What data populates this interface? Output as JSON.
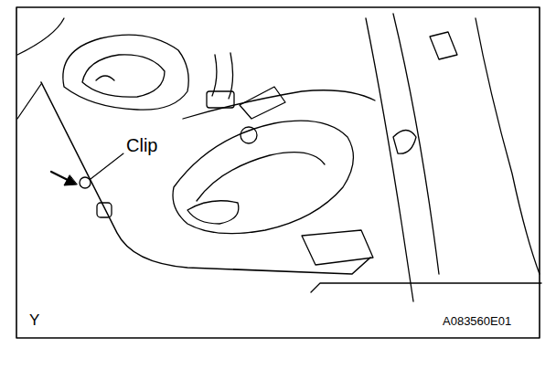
{
  "diagram": {
    "labels": [
      "Clip",
      "Y",
      "A083560E01"
    ]
  }
}
